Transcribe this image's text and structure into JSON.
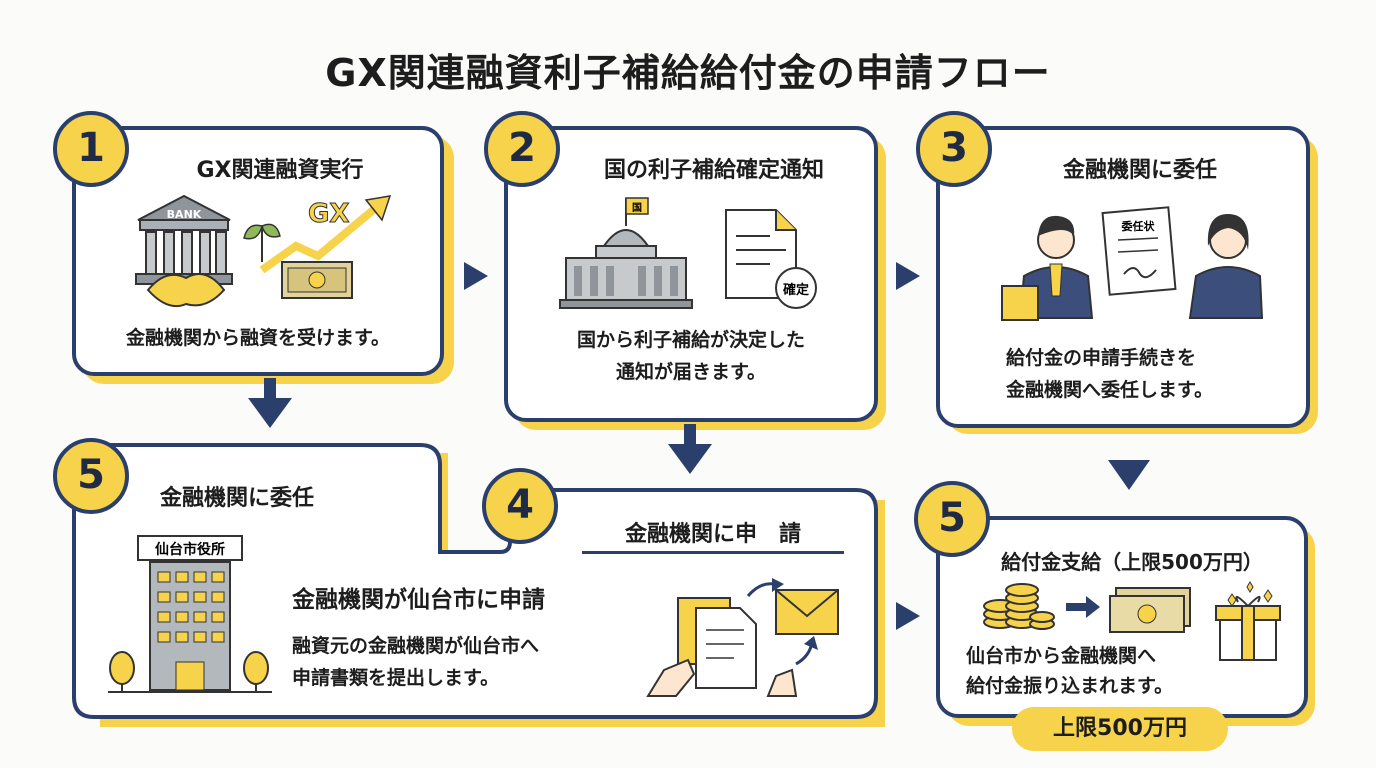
{
  "title": "GX関連融資利子補給給付金の申請フロー",
  "steps": {
    "s1": {
      "num": "1",
      "heading": "GX関連融資実行",
      "body": "金融機関から融資を受けます。",
      "icon_bank_label": "BANK",
      "icon_gx_label": "GX"
    },
    "s2": {
      "num": "2",
      "heading": "国の利子補給確定通知",
      "body_line1": "国から利子補給が決定した",
      "body_line2": "通知が届きます。",
      "flag_label": "国",
      "stamp_label": "確定"
    },
    "s3": {
      "num": "3",
      "heading": "金融機関に委任",
      "body_line1": "給付金の申請手続きを",
      "body_line2": "金融機関へ委任します。",
      "doc_label": "委任状"
    },
    "s4": {
      "num": "4",
      "heading": "金融機関に申　請"
    },
    "s5left": {
      "num": "5",
      "heading": "金融機関に委任",
      "sub_heading": "金融機関が仙台市に申請",
      "body_line1": "融資元の金融機関が仙台市へ",
      "body_line2": "申請書類を提出します。",
      "building_sign": "仙台市役所"
    },
    "s5right": {
      "num": "5",
      "heading": "給付金支給（上限500万円）",
      "body_line1": "仙台市から金融機関へ",
      "body_line2": "給付金振り込まれます。",
      "badge": "上限500万円"
    }
  },
  "colors": {
    "accent_yellow": "#f6d34a",
    "navy": "#2b3f6c",
    "gray_icon": "#9ea3a8"
  },
  "icons": [
    "bank-icon",
    "handshake-icon",
    "gx-growth-arrow-icon",
    "money-icon",
    "capitol-building-icon",
    "confirmed-document-icon",
    "business-people-icon",
    "city-hall-building-icon",
    "documents-envelope-icon",
    "coins-icon",
    "gift-icon"
  ]
}
